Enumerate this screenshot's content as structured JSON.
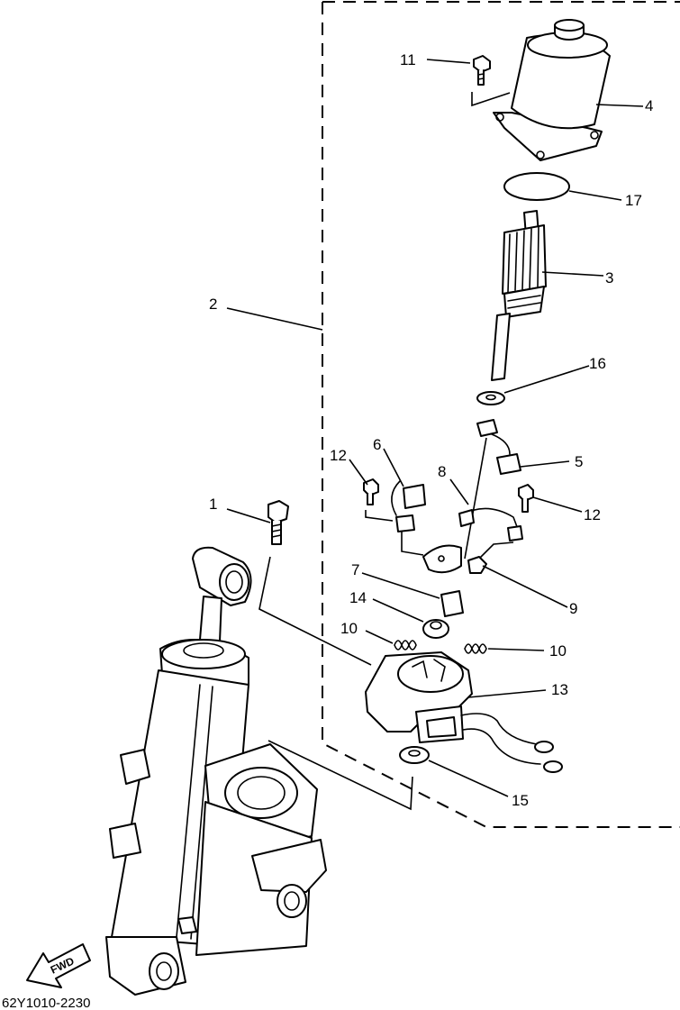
{
  "diagram": {
    "callouts": [
      {
        "id": "c1",
        "label": "1"
      },
      {
        "id": "c2",
        "label": "2"
      },
      {
        "id": "c3",
        "label": "3"
      },
      {
        "id": "c4",
        "label": "4"
      },
      {
        "id": "c5",
        "label": "5"
      },
      {
        "id": "c6",
        "label": "6"
      },
      {
        "id": "c7",
        "label": "7"
      },
      {
        "id": "c8",
        "label": "8"
      },
      {
        "id": "c9",
        "label": "9"
      },
      {
        "id": "c10a",
        "label": "10"
      },
      {
        "id": "c10b",
        "label": "10"
      },
      {
        "id": "c11",
        "label": "11"
      },
      {
        "id": "c12a",
        "label": "12"
      },
      {
        "id": "c12b",
        "label": "12"
      },
      {
        "id": "c13",
        "label": "13"
      },
      {
        "id": "c14",
        "label": "14"
      },
      {
        "id": "c15",
        "label": "15"
      },
      {
        "id": "c16",
        "label": "16"
      },
      {
        "id": "c17",
        "label": "17"
      }
    ],
    "fwd_label": "FWD",
    "drawing_code": "62Y1010-2230"
  }
}
